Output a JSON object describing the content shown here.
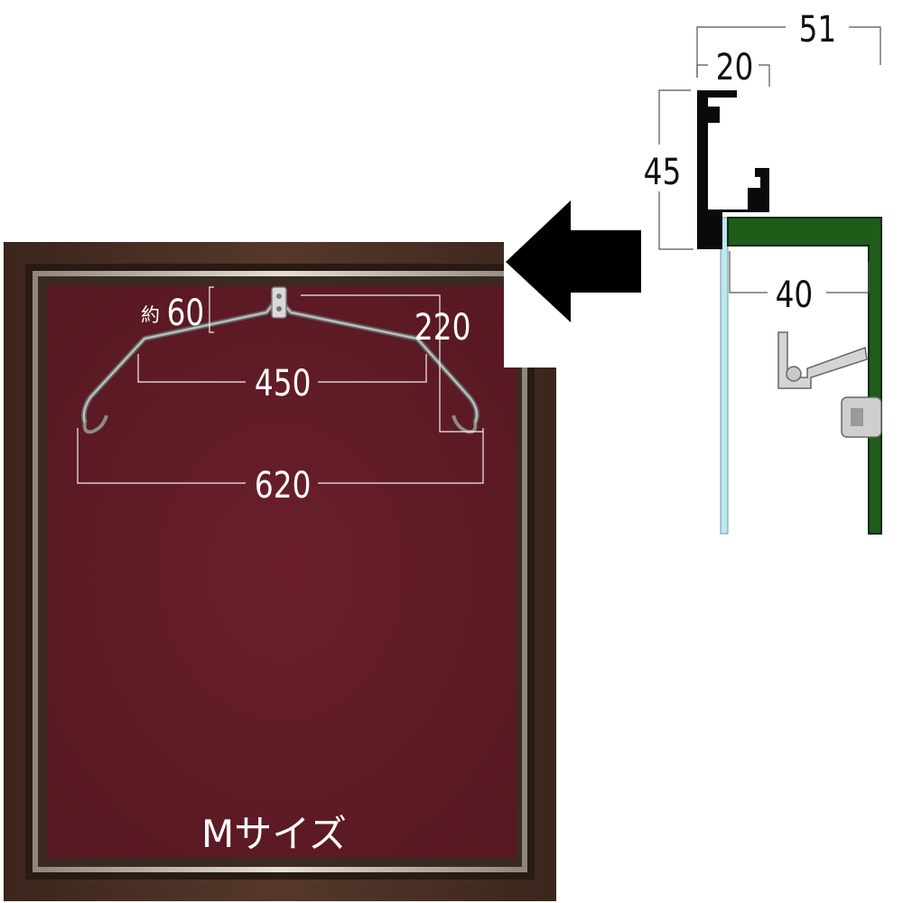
{
  "frame": {
    "size_label": "Mサイズ",
    "colors": {
      "outer_wood": "#4a3025",
      "inner_board": "#611c27",
      "silver_edge": "#c9c3b6"
    }
  },
  "hanger": {
    "dims": {
      "approx_prefix": "約",
      "drop": "60",
      "inner_width": "450",
      "side_height": "220",
      "total_width": "620"
    },
    "icon": "wire-hanger-icon"
  },
  "profile": {
    "dims": {
      "overall_depth": "51",
      "lip_width": "20",
      "height": "45",
      "inner_depth": "40"
    },
    "colors": {
      "aluminum_section": "#0a0a0a",
      "board": "#1f5c1a",
      "glass": "#bfe6ee"
    }
  },
  "pointer": {
    "icon": "arrow-left-icon"
  }
}
